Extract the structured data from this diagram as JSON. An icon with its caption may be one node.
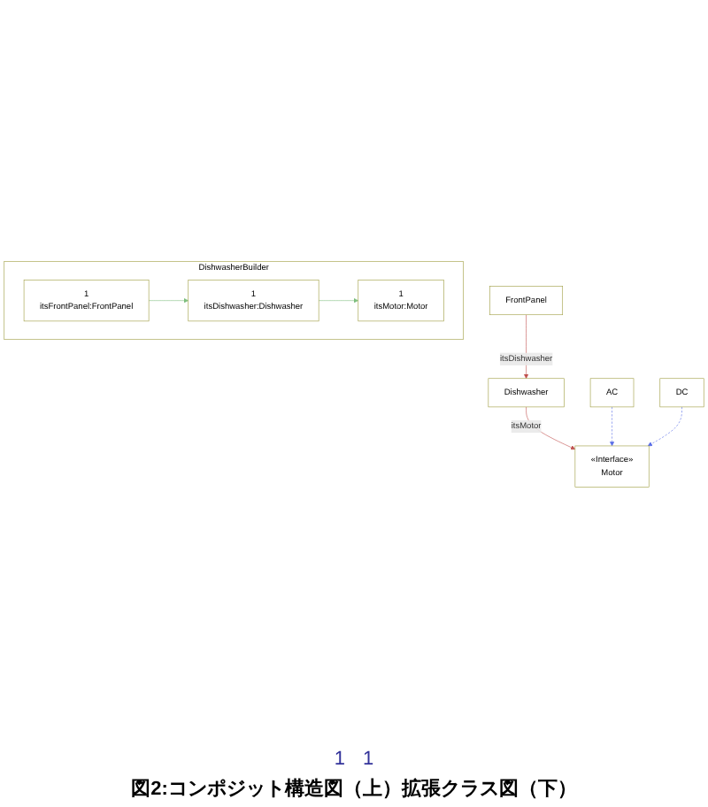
{
  "diagram": {
    "caption": "図2:コンポジット構造図（上）拡張クラス図（下）",
    "nodes": [
      {
        "text": [
          "DishwasherBuilder"
        ]
      },
      {
        "text": [
          "1",
          "itsFrontPanel:FrontPanel"
        ],
        "in": 0
      },
      {
        "text": [
          "1",
          "itsDishwasher:Dishwasher"
        ],
        "in": 0
      },
      {
        "text": [
          "1",
          "itsMotor:Motor"
        ],
        "in": 0
      },
      {
        "text": [
          "FrontPanel"
        ]
      },
      {
        "text": [
          "Dishwasher"
        ]
      },
      {
        "text": [
          "«Interface»",
          "Motor"
        ]
      },
      {
        "text": [
          "AC"
        ]
      },
      {
        "text": [
          "DC"
        ]
      }
    ],
    "edges": [
      {
        "from": 1,
        "to": 2,
        "arrow": "to",
        "color": "#7fbf7f"
      },
      {
        "from": 2,
        "to": 3,
        "arrow": "to",
        "color": "#7fbf7f"
      },
      {
        "from": 4,
        "to": 5,
        "arrow": "to",
        "label": "itsDishwasher",
        "color": "#c0504d"
      },
      {
        "from": 5,
        "to": 6,
        "arrow": "to",
        "label": "itsMotor",
        "color": "#c0504d"
      },
      {
        "from": 7,
        "to": 6,
        "arrow": "to",
        "style": "dashed",
        "color": "#5a6ee8"
      },
      {
        "from": 8,
        "to": 6,
        "arrow": "to",
        "style": "dashed",
        "color": "#5a6ee8"
      }
    ],
    "labels": [
      "1",
      "1"
    ]
  }
}
